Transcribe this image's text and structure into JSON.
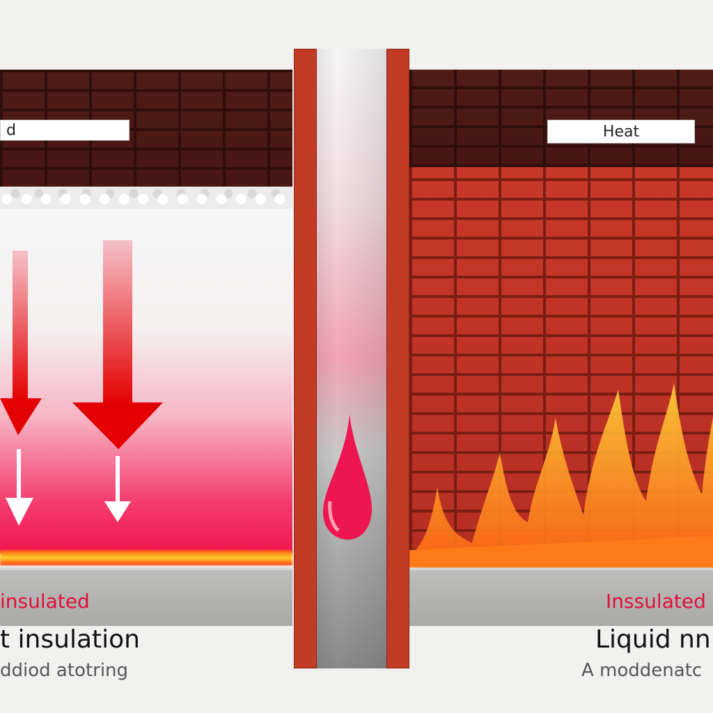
{
  "left_panel": {
    "label_box": "d",
    "band_label": "insulated",
    "title": "t insulation",
    "subtitle": "ddiod atotring"
  },
  "right_panel": {
    "label_box": "Heat",
    "band_label": "Inssulated",
    "title": "Liquid nn",
    "subtitle": "A moddenatc"
  },
  "colors": {
    "accent_red": "#e0103a",
    "pipe_red": "#c0392b",
    "flame": "#ff9a1a"
  }
}
